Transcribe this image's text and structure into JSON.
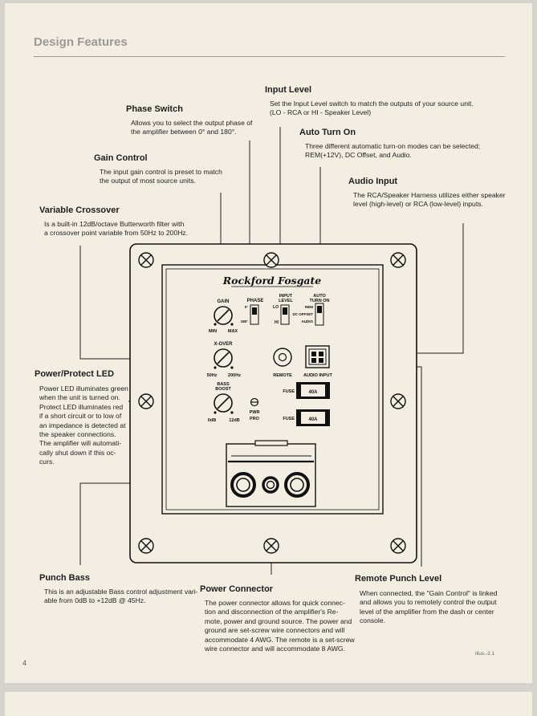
{
  "page_title": "Design Features",
  "page_number": "4",
  "illustration_id": "illus.-2.1",
  "callouts": {
    "input_level": {
      "title": "Input Level",
      "body": "Set the Input Level switch to match the outputs of your source unit.\n(LO - RCA or HI - Speaker Level)"
    },
    "phase_switch": {
      "title": "Phase Switch",
      "body": "Allows you to select the output phase of\nthe amplifier between 0° and 180°."
    },
    "auto_turn_on": {
      "title": "Auto Turn On",
      "body": "Three different automatic turn-on modes can be selected;\nREM(+12V), DC Offset, and Audio."
    },
    "gain_control": {
      "title": "Gain Control",
      "body": "The input gain control is preset to match\nthe output of most source units."
    },
    "audio_input": {
      "title": "Audio Input",
      "body": "The RCA/Speaker Harness utilizes either speaker\nlevel (high-level) or RCA (low-level) inputs."
    },
    "variable_crossover": {
      "title": "Variable Crossover",
      "body": "Is a built-in 12dB/octave Butterworth filter with\na crossover point variable from 50Hz to 200Hz."
    },
    "power_protect_led": {
      "title": "Power/Protect LED",
      "body": "Power LED illuminates green\nwhen the unit is turned on.\nProtect LED illuminates red\nif a short circuit or to low of\nan impedance is detected at\nthe speaker connections.\nThe amplifier will automati-\ncally shut down if this oc-\ncurs."
    },
    "punch_bass": {
      "title": "Punch Bass",
      "body": "This is an adjustable Bass control adjustment vari-\nable from 0dB to +12dB @ 45Hz."
    },
    "power_connector": {
      "title": "Power Connector",
      "body": "The power connector allows for quick connec-\ntion and disconnection of the amplifier's Re-\nmote, power and ground source. The power and\nground are set-screw wire connectors and will\naccommodate 4 AWG. The remote is a set-screw\nwire connector and will accommodate 8 AWG."
    },
    "remote_punch_level": {
      "title": "Remote Punch Level",
      "body": "When connected, the \"Gain Control\" is linked\nand allows you to remotely control the output\nlevel of the amplifier from the dash or center\nconsole."
    }
  },
  "panel": {
    "brand": "Rockford Fosgate",
    "gain": "GAIN",
    "gain_min": "MIN",
    "gain_max": "MAX",
    "phase": "PHASE",
    "phase_0": "0°",
    "phase_180": "180°",
    "input_level_1": "INPUT",
    "input_level_2": "LEVEL",
    "lo": "LO",
    "hi": "HI",
    "auto_1": "AUTO",
    "auto_2": "TURN ON",
    "rem": "REM",
    "dc_offset": "DC OFFSET",
    "audio": "AUDIO",
    "xover": "X-OVER",
    "hz50": "50Hz",
    "hz200": "200Hz",
    "remote": "REMOTE",
    "audio_input": "AUDIO INPUT",
    "bass_1": "BASS",
    "bass_2": "BOOST",
    "db0": "0dB",
    "db12": "12dB",
    "pwr": "PWR",
    "pro": "PRO",
    "fuse": "FUSE",
    "fuse_rating": "40A"
  }
}
